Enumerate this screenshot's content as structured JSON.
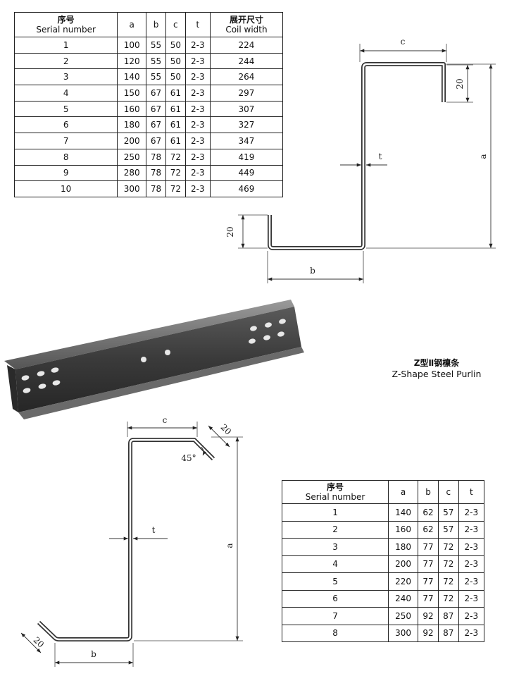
{
  "table1": {
    "headers": [
      {
        "cn": "序号",
        "en": "Serial number"
      },
      {
        "cn": "",
        "en": "a"
      },
      {
        "cn": "",
        "en": "b"
      },
      {
        "cn": "",
        "en": "c"
      },
      {
        "cn": "",
        "en": "t"
      },
      {
        "cn": "展开尺寸",
        "en": "Coil width"
      }
    ],
    "rows": [
      [
        "1",
        "100",
        "55",
        "50",
        "2-3",
        "224"
      ],
      [
        "2",
        "120",
        "55",
        "50",
        "2-3",
        "244"
      ],
      [
        "3",
        "140",
        "55",
        "50",
        "2-3",
        "264"
      ],
      [
        "4",
        "150",
        "67",
        "61",
        "2-3",
        "297"
      ],
      [
        "5",
        "160",
        "67",
        "61",
        "2-3",
        "307"
      ],
      [
        "6",
        "180",
        "67",
        "61",
        "2-3",
        "327"
      ],
      [
        "7",
        "200",
        "67",
        "61",
        "2-3",
        "347"
      ],
      [
        "8",
        "250",
        "78",
        "72",
        "2-3",
        "419"
      ],
      [
        "9",
        "280",
        "78",
        "72",
        "2-3",
        "449"
      ],
      [
        "10",
        "300",
        "78",
        "72",
        "2-3",
        "469"
      ]
    ]
  },
  "table2": {
    "headers": [
      {
        "cn": "序号",
        "en": "Serial number"
      },
      {
        "cn": "",
        "en": "a"
      },
      {
        "cn": "",
        "en": "b"
      },
      {
        "cn": "",
        "en": "c"
      },
      {
        "cn": "",
        "en": "t"
      }
    ],
    "rows": [
      [
        "1",
        "140",
        "62",
        "57",
        "2-3"
      ],
      [
        "2",
        "160",
        "62",
        "57",
        "2-3"
      ],
      [
        "3",
        "180",
        "77",
        "72",
        "2-3"
      ],
      [
        "4",
        "200",
        "77",
        "72",
        "2-3"
      ],
      [
        "5",
        "220",
        "77",
        "72",
        "2-3"
      ],
      [
        "6",
        "240",
        "77",
        "72",
        "2-3"
      ],
      [
        "7",
        "250",
        "92",
        "87",
        "2-3"
      ],
      [
        "8",
        "300",
        "92",
        "87",
        "2-3"
      ]
    ]
  },
  "caption": {
    "cn": "Z型Ⅱ钢檩条",
    "en": "Z-Shape Steel Purlin"
  },
  "drawing1": {
    "c": "c",
    "flange_height": "20",
    "t": "t",
    "a": "a",
    "lip_height": "20",
    "b": "b"
  },
  "drawing2": {
    "c": "c",
    "lip_top": "20",
    "angle": "45°",
    "t": "t",
    "a": "a",
    "lip_bottom": "20",
    "b": "b"
  }
}
